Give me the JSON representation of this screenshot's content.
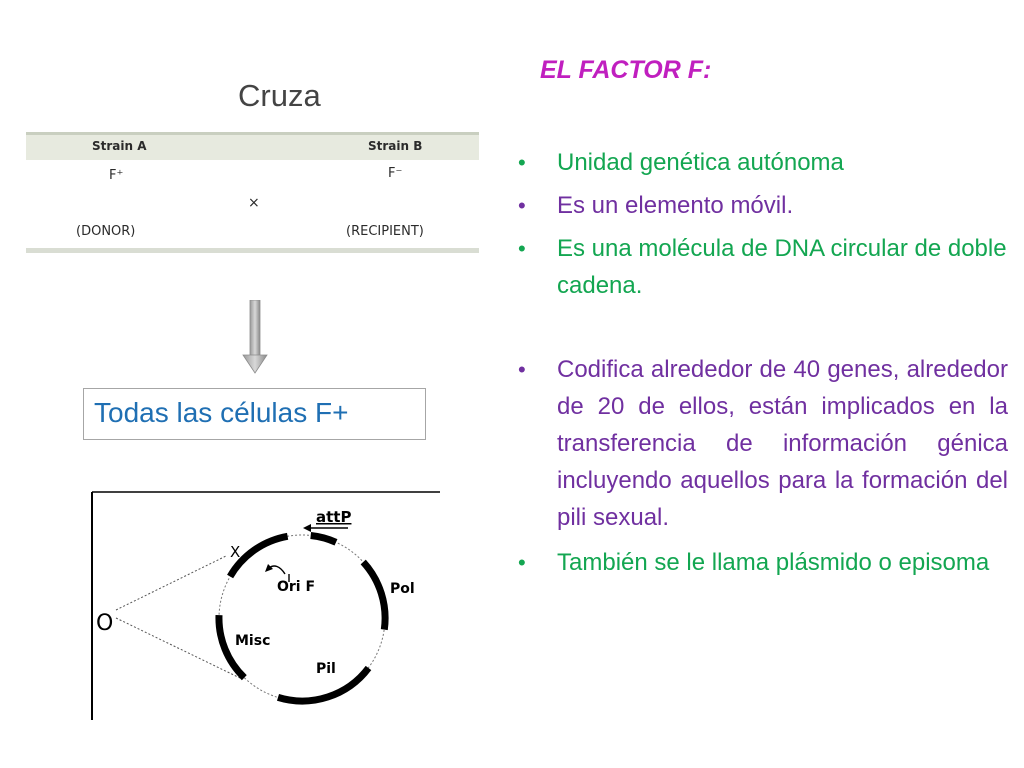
{
  "left": {
    "title": "Cruza",
    "table": {
      "strain_a": "Strain A",
      "strain_b": "Strain B",
      "a_val": "F⁺",
      "b_val": "F⁻",
      "cross": "×",
      "a_role": "(DONOR)",
      "b_role": "(RECIPIENT)"
    },
    "result": "Todas las células F+",
    "diagram": {
      "origin": "O",
      "x": "X",
      "attp": "attP",
      "ori": "Ori F",
      "pol": "Pol",
      "misc": "Misc",
      "pil": "Pil"
    }
  },
  "right": {
    "title": "EL FACTOR F:",
    "bullets": [
      {
        "text": "Unidad genética autónoma",
        "color": "#13a651"
      },
      {
        "text": "Es un elemento móvil.",
        "color": "#7030a0"
      },
      {
        "text": "Es una molécula de DNA circular de doble cadena.",
        "color": "#13a651"
      },
      {
        "text": "Codifica alrededor de 40 genes, alrededor de 20 de ellos, están implicados en la transferencia de información génica incluyendo aquellos para la formación del pili sexual.",
        "color": "#7030a0"
      },
      {
        "text": "También se le llama plásmido o episoma",
        "color": "#13a651"
      }
    ],
    "bullet_symbol": "•"
  }
}
